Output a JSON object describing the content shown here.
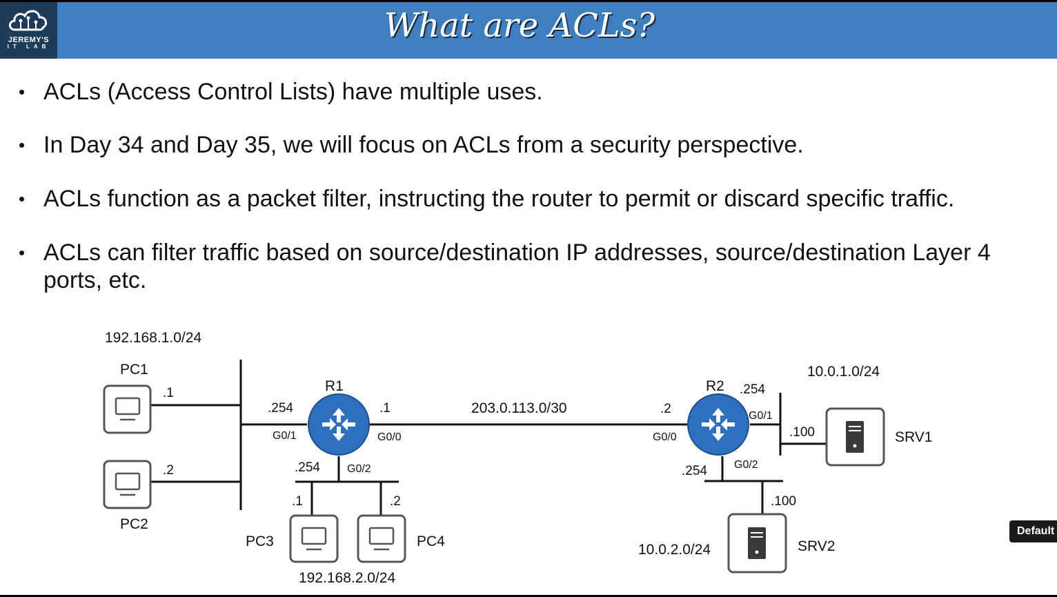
{
  "header": {
    "title": "What are ACLs?",
    "logo_line1": "JEREMY'S",
    "logo_line2": "IT LAB",
    "bg_color": "#3f7ebf"
  },
  "bullets": [
    "ACLs (Access Control Lists) have multiple uses.",
    "In Day 34 and Day 35, we will focus on ACLs from a security perspective.",
    "ACLs function as a packet filter, instructing the router to permit or discard specific traffic.",
    "ACLs can filter traffic based on source/destination IP addresses, source/destination Layer 4 ports, etc."
  ],
  "diagram": {
    "networks": {
      "lan1": "192.168.1.0/24",
      "lan2": "192.168.2.0/24",
      "wan": "203.0.113.0/30",
      "lan3": "10.0.1.0/24",
      "lan4": "10.0.2.0/24"
    },
    "routers": {
      "r1": {
        "name": "R1",
        "g01_label": "G0/1",
        "g01_ip": ".254",
        "g00_label": "G0/0",
        "g00_ip": ".1",
        "g02_label": "G0/2",
        "g02_ip": ".254"
      },
      "r2": {
        "name": "R2",
        "g00_label": "G0/0",
        "g00_ip": ".2",
        "g01_label": "G0/1",
        "g01_ip": ".254",
        "g02_label": "G0/2",
        "g02_ip": ".254"
      }
    },
    "hosts": {
      "pc1": {
        "name": "PC1",
        "ip": ".1"
      },
      "pc2": {
        "name": "PC2",
        "ip": ".2"
      },
      "pc3": {
        "name": "PC3",
        "ip": ".1"
      },
      "pc4": {
        "name": "PC4",
        "ip": ".2"
      },
      "srv1": {
        "name": "SRV1",
        "ip": ".100"
      },
      "srv2": {
        "name": "SRV2",
        "ip": ".100"
      }
    },
    "router_color": "#2f6fc0"
  },
  "player": {
    "quality_badge": "Default"
  }
}
